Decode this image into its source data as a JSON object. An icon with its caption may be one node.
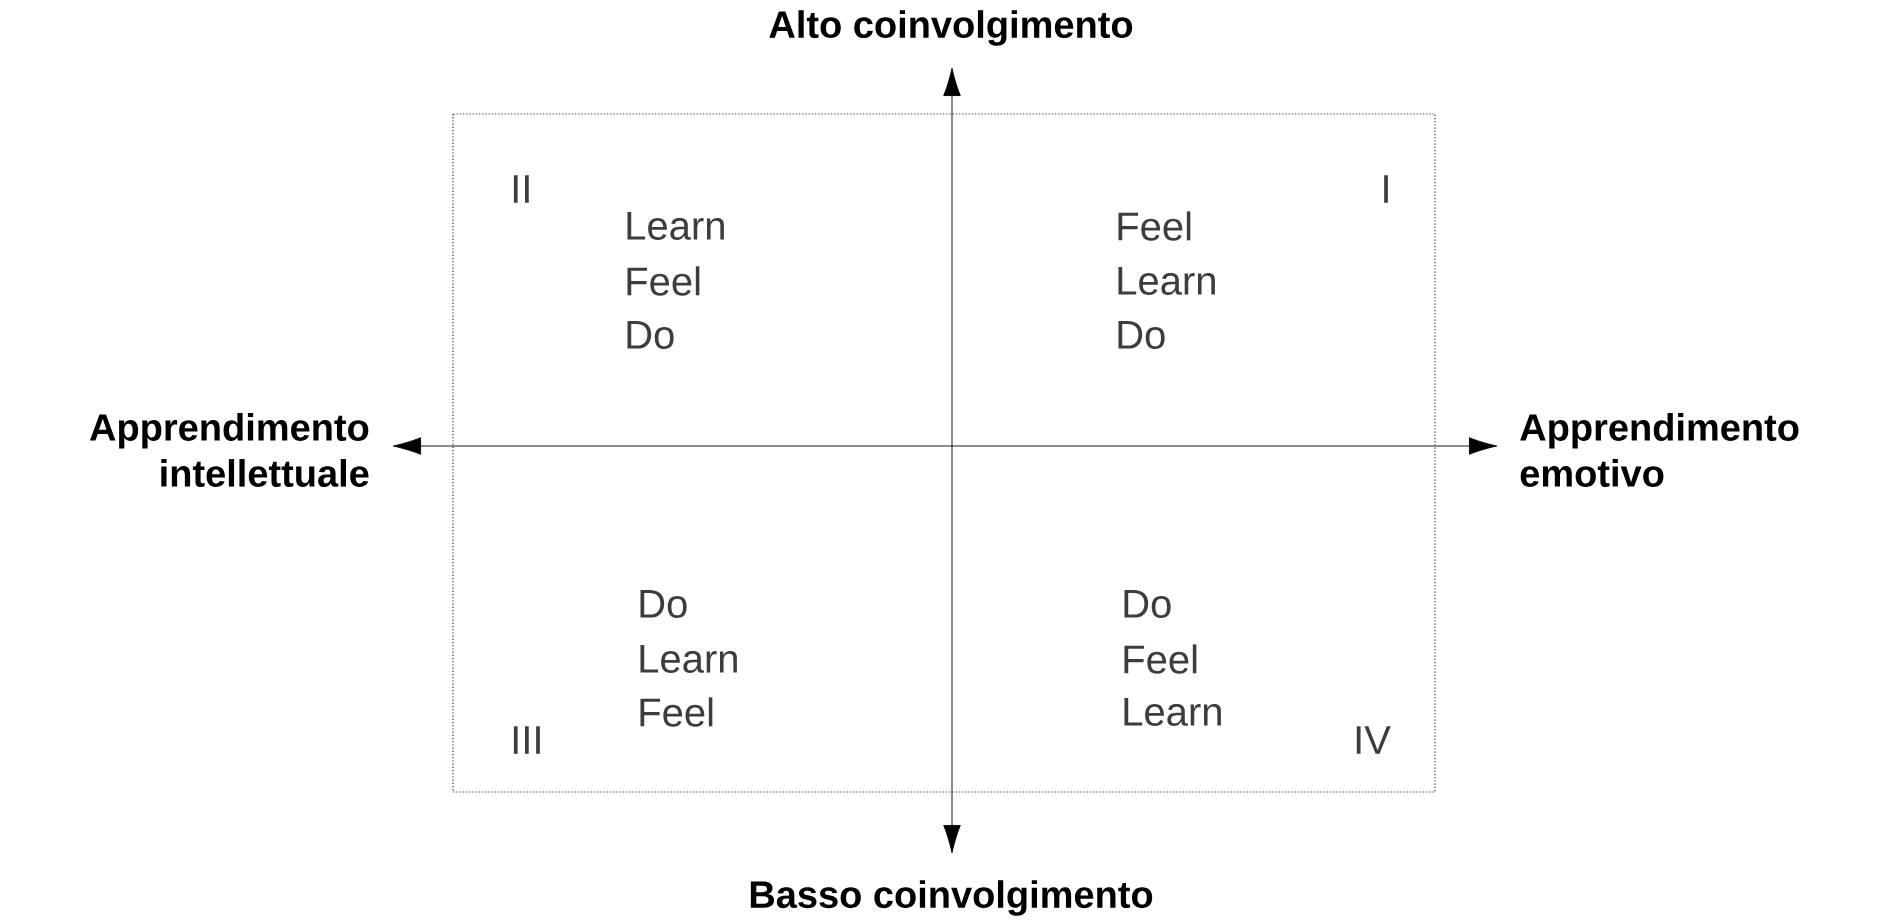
{
  "diagram": {
    "labels": [
      "Alto coinvolgimento",
      "II",
      "I",
      "Learn",
      "Feel",
      "Feel",
      "Learn",
      "Do",
      "Do",
      "Apprendimento intellettuale",
      "Apprendimento emotivo",
      "Do",
      "Do",
      "Learn",
      "Feel",
      "Feel",
      "Learn",
      "III",
      "IV",
      "Basso coinvolgimento"
    ]
  }
}
